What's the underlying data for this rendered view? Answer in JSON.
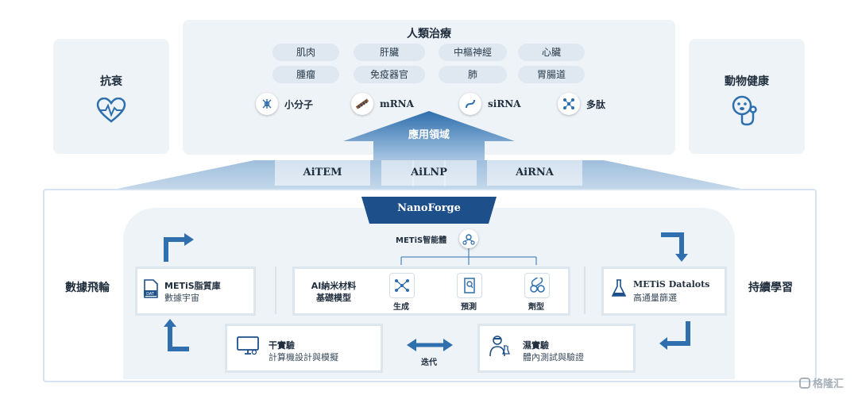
{
  "top": {
    "human_title": "人類治療",
    "organs_row1": [
      "肌肉",
      "肝臟",
      "中樞神經",
      "心臟"
    ],
    "organs_row2": [
      "腫瘤",
      "免疫器官",
      "肺",
      "胃腸道"
    ],
    "molecules": [
      "小分子",
      "mRNA",
      "siRNA",
      "多肽"
    ],
    "left_title": "抗衰",
    "right_title": "動物健康",
    "arrow_label": "應用領域"
  },
  "platforms": [
    "AiTEM",
    "AiLNP",
    "AiRNA"
  ],
  "core": {
    "nanoforge": "NanoForge",
    "metis_center": "METiS智能體",
    "left_side": "數據飛輪",
    "right_side": "持續學習",
    "db_title": "METiS脂質庫",
    "db_sub": "數據宇宙",
    "model_line1": "AI納米材料",
    "model_line2": "基礎模型",
    "model_items": [
      "生成",
      "預測",
      "劑型"
    ],
    "datalots_title": "METiS Datalots",
    "datalots_sub": "高通量篩選",
    "dry_title": "干實驗",
    "dry_sub": "計算機設計與模擬",
    "wet_title": "濕實驗",
    "wet_sub": "體內測試與驗證",
    "iterate": "迭代"
  },
  "watermark": "格隆汇",
  "colors": {
    "accent": "#2f6fae",
    "dark_blue": "#1d4f8a",
    "panel": "#eef3f8"
  }
}
